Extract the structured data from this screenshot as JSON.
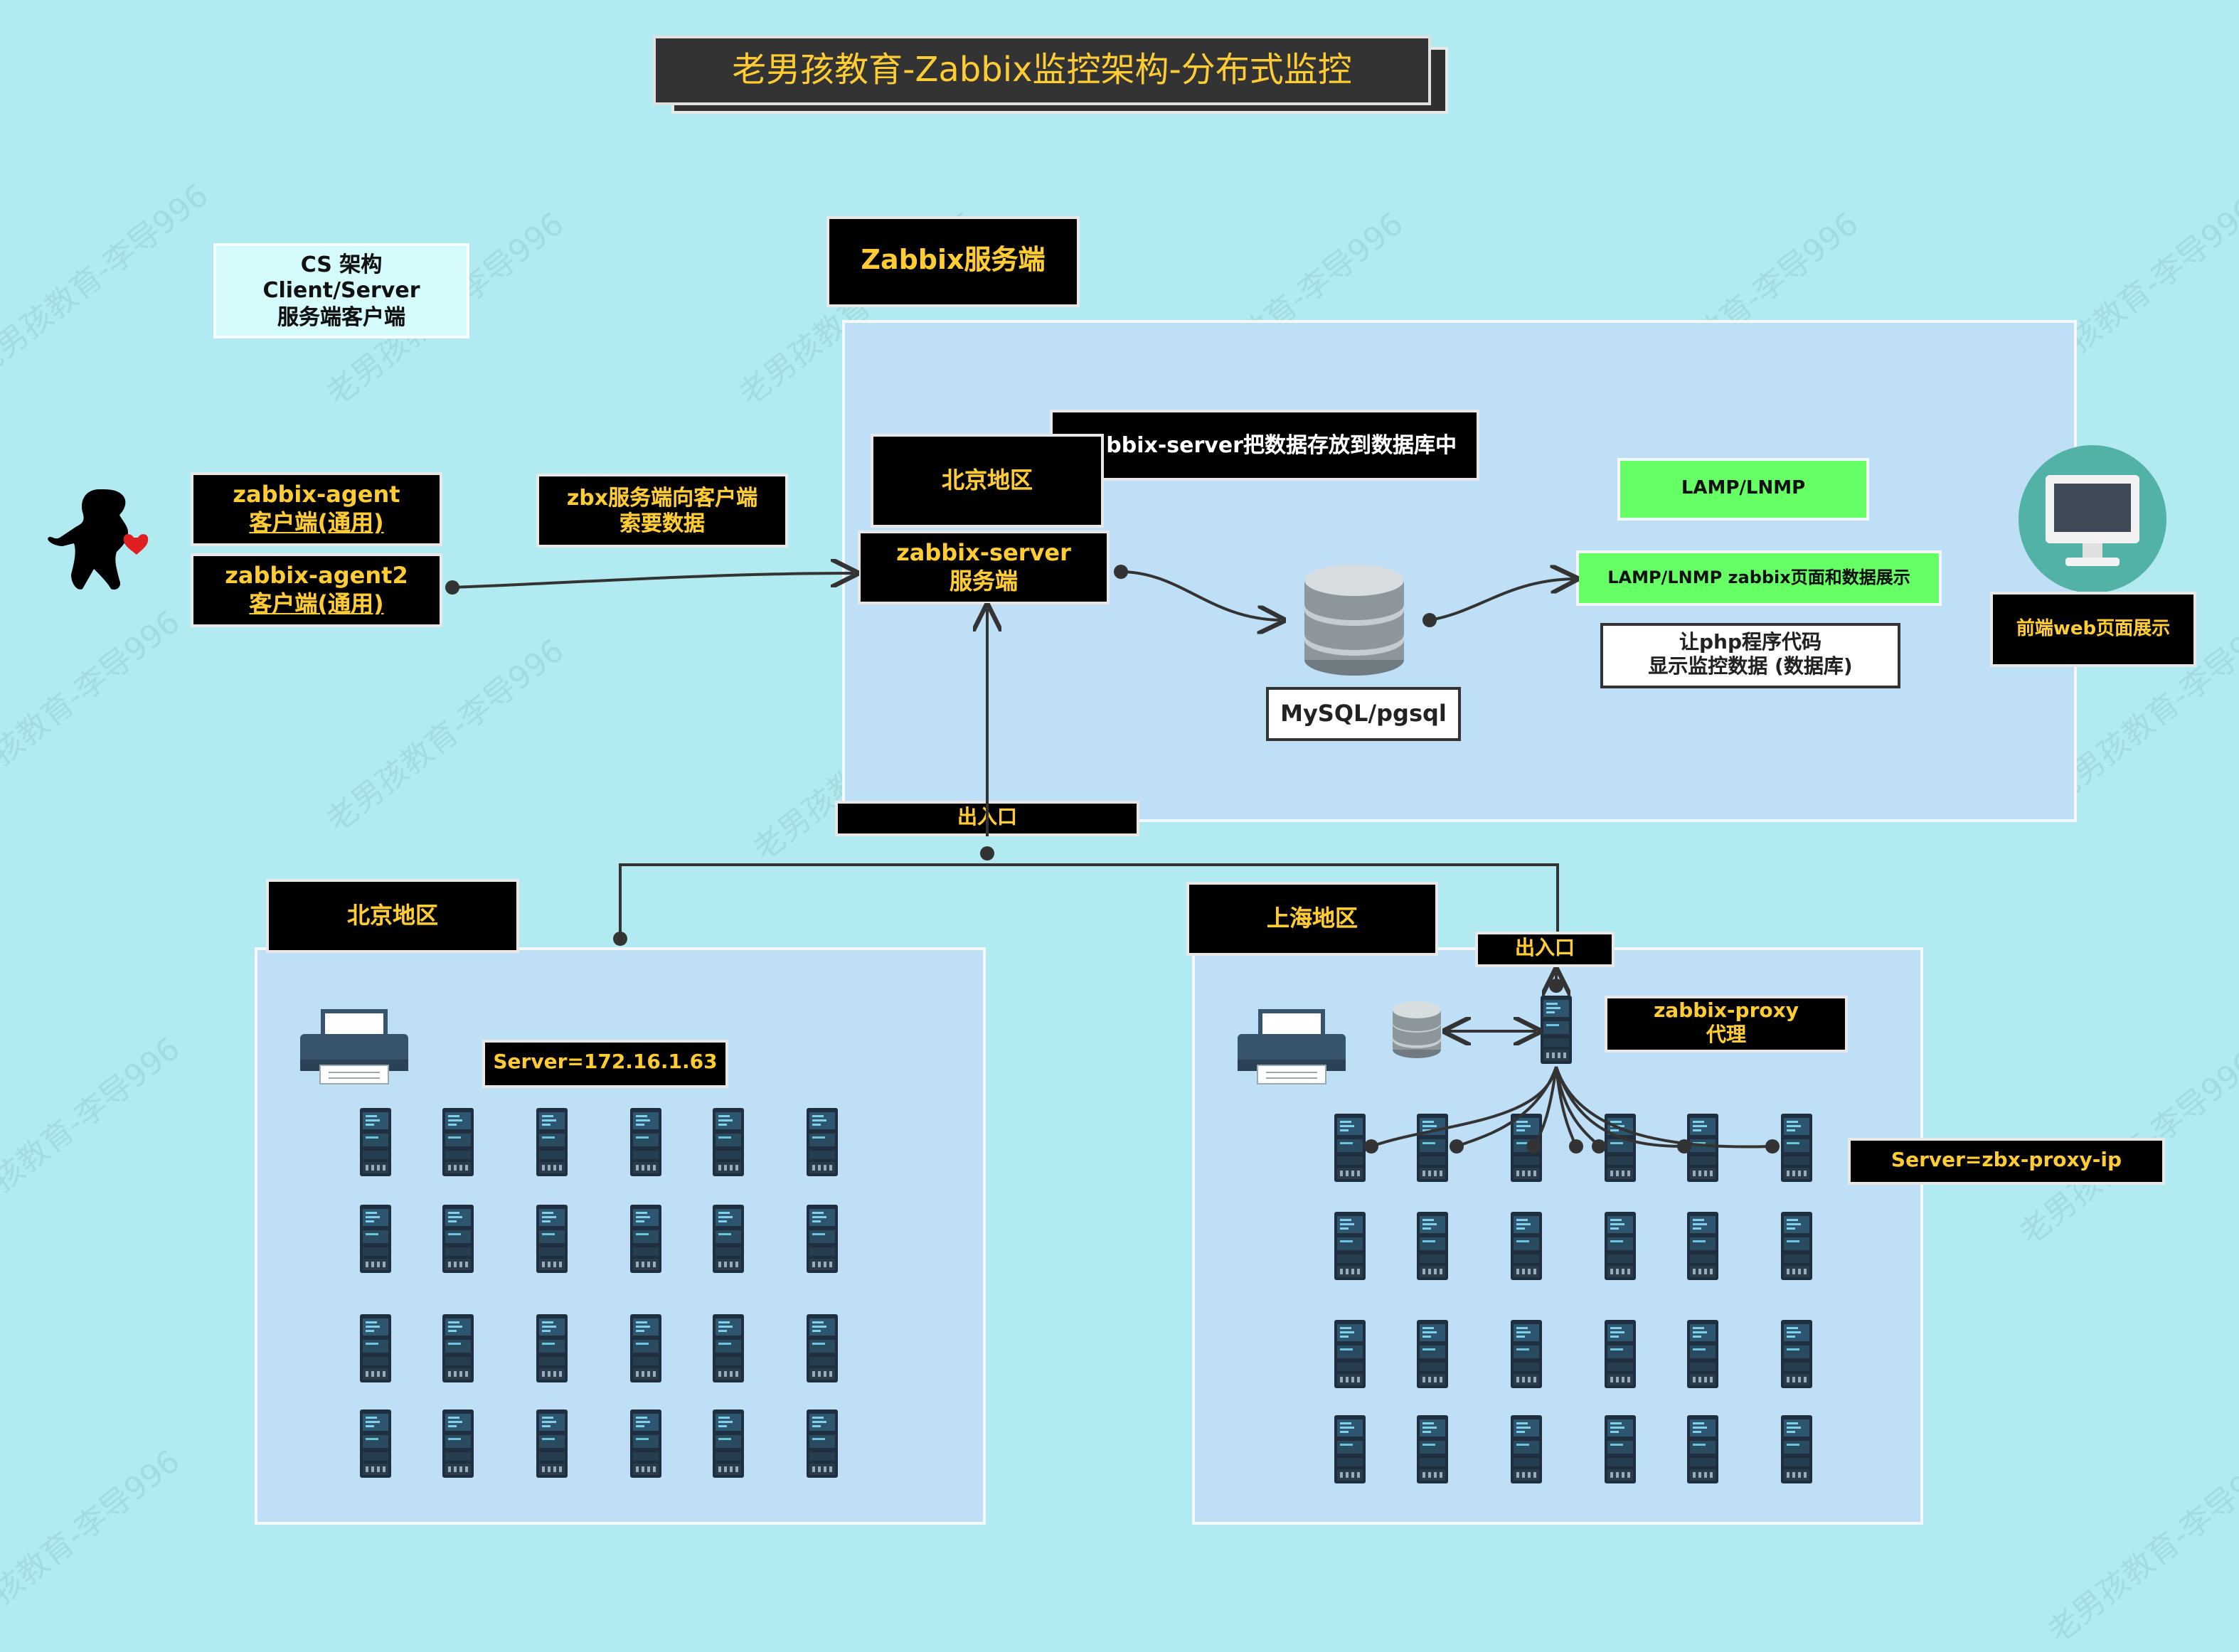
{
  "title": "老男孩教育-Zabbix监控架构-分布式监控",
  "cs_note": {
    "line1": "CS 架构",
    "line2": "Client/Server",
    "line3": "服务端客户端"
  },
  "server_side": {
    "header": "Zabbix服务端",
    "region_label": "北京地区",
    "server_box": {
      "line1": "zabbix-server",
      "line2": "服务端"
    },
    "store_note": "bbix-server把数据存放到数据库中",
    "db_label": "MySQL/pgsql",
    "lamp_label": "LAMP/LNMP",
    "lamp_web_label": "LAMP/LNMP zabbix页面和数据展示",
    "php_note": {
      "line1": "让php程序代码",
      "line2": "显示监控数据 (数据库)"
    },
    "frontend_label": "前端web页面展示",
    "gateway_label": "出入口"
  },
  "agents": [
    {
      "line1": "zabbix-agent",
      "line2": "客户端(通用)"
    },
    {
      "line1": "zabbix-agent2",
      "line2": "客户端(通用)"
    }
  ],
  "request_note": {
    "line1": "zbx服务端向客户端",
    "line2": "索要数据"
  },
  "beijing": {
    "label": "北京地区",
    "server_setting": "Server=172.16.1.63"
  },
  "shanghai": {
    "label": "上海地区",
    "gateway_label": "出入口",
    "proxy": {
      "line1": "zabbix-proxy",
      "line2": "代理"
    },
    "server_setting": "Server=zbx-proxy-ip"
  },
  "watermark": "老男孩教育-李导996",
  "colors": {
    "background": "#b1eaf0",
    "region": "#bfdff6",
    "label_text": "#ffcc33",
    "green": "#66ff66"
  },
  "icons": [
    "woman-silhouette-icon",
    "heart-icon",
    "database-icon",
    "monitor-icon",
    "printer-icon",
    "server-rack-icon"
  ]
}
